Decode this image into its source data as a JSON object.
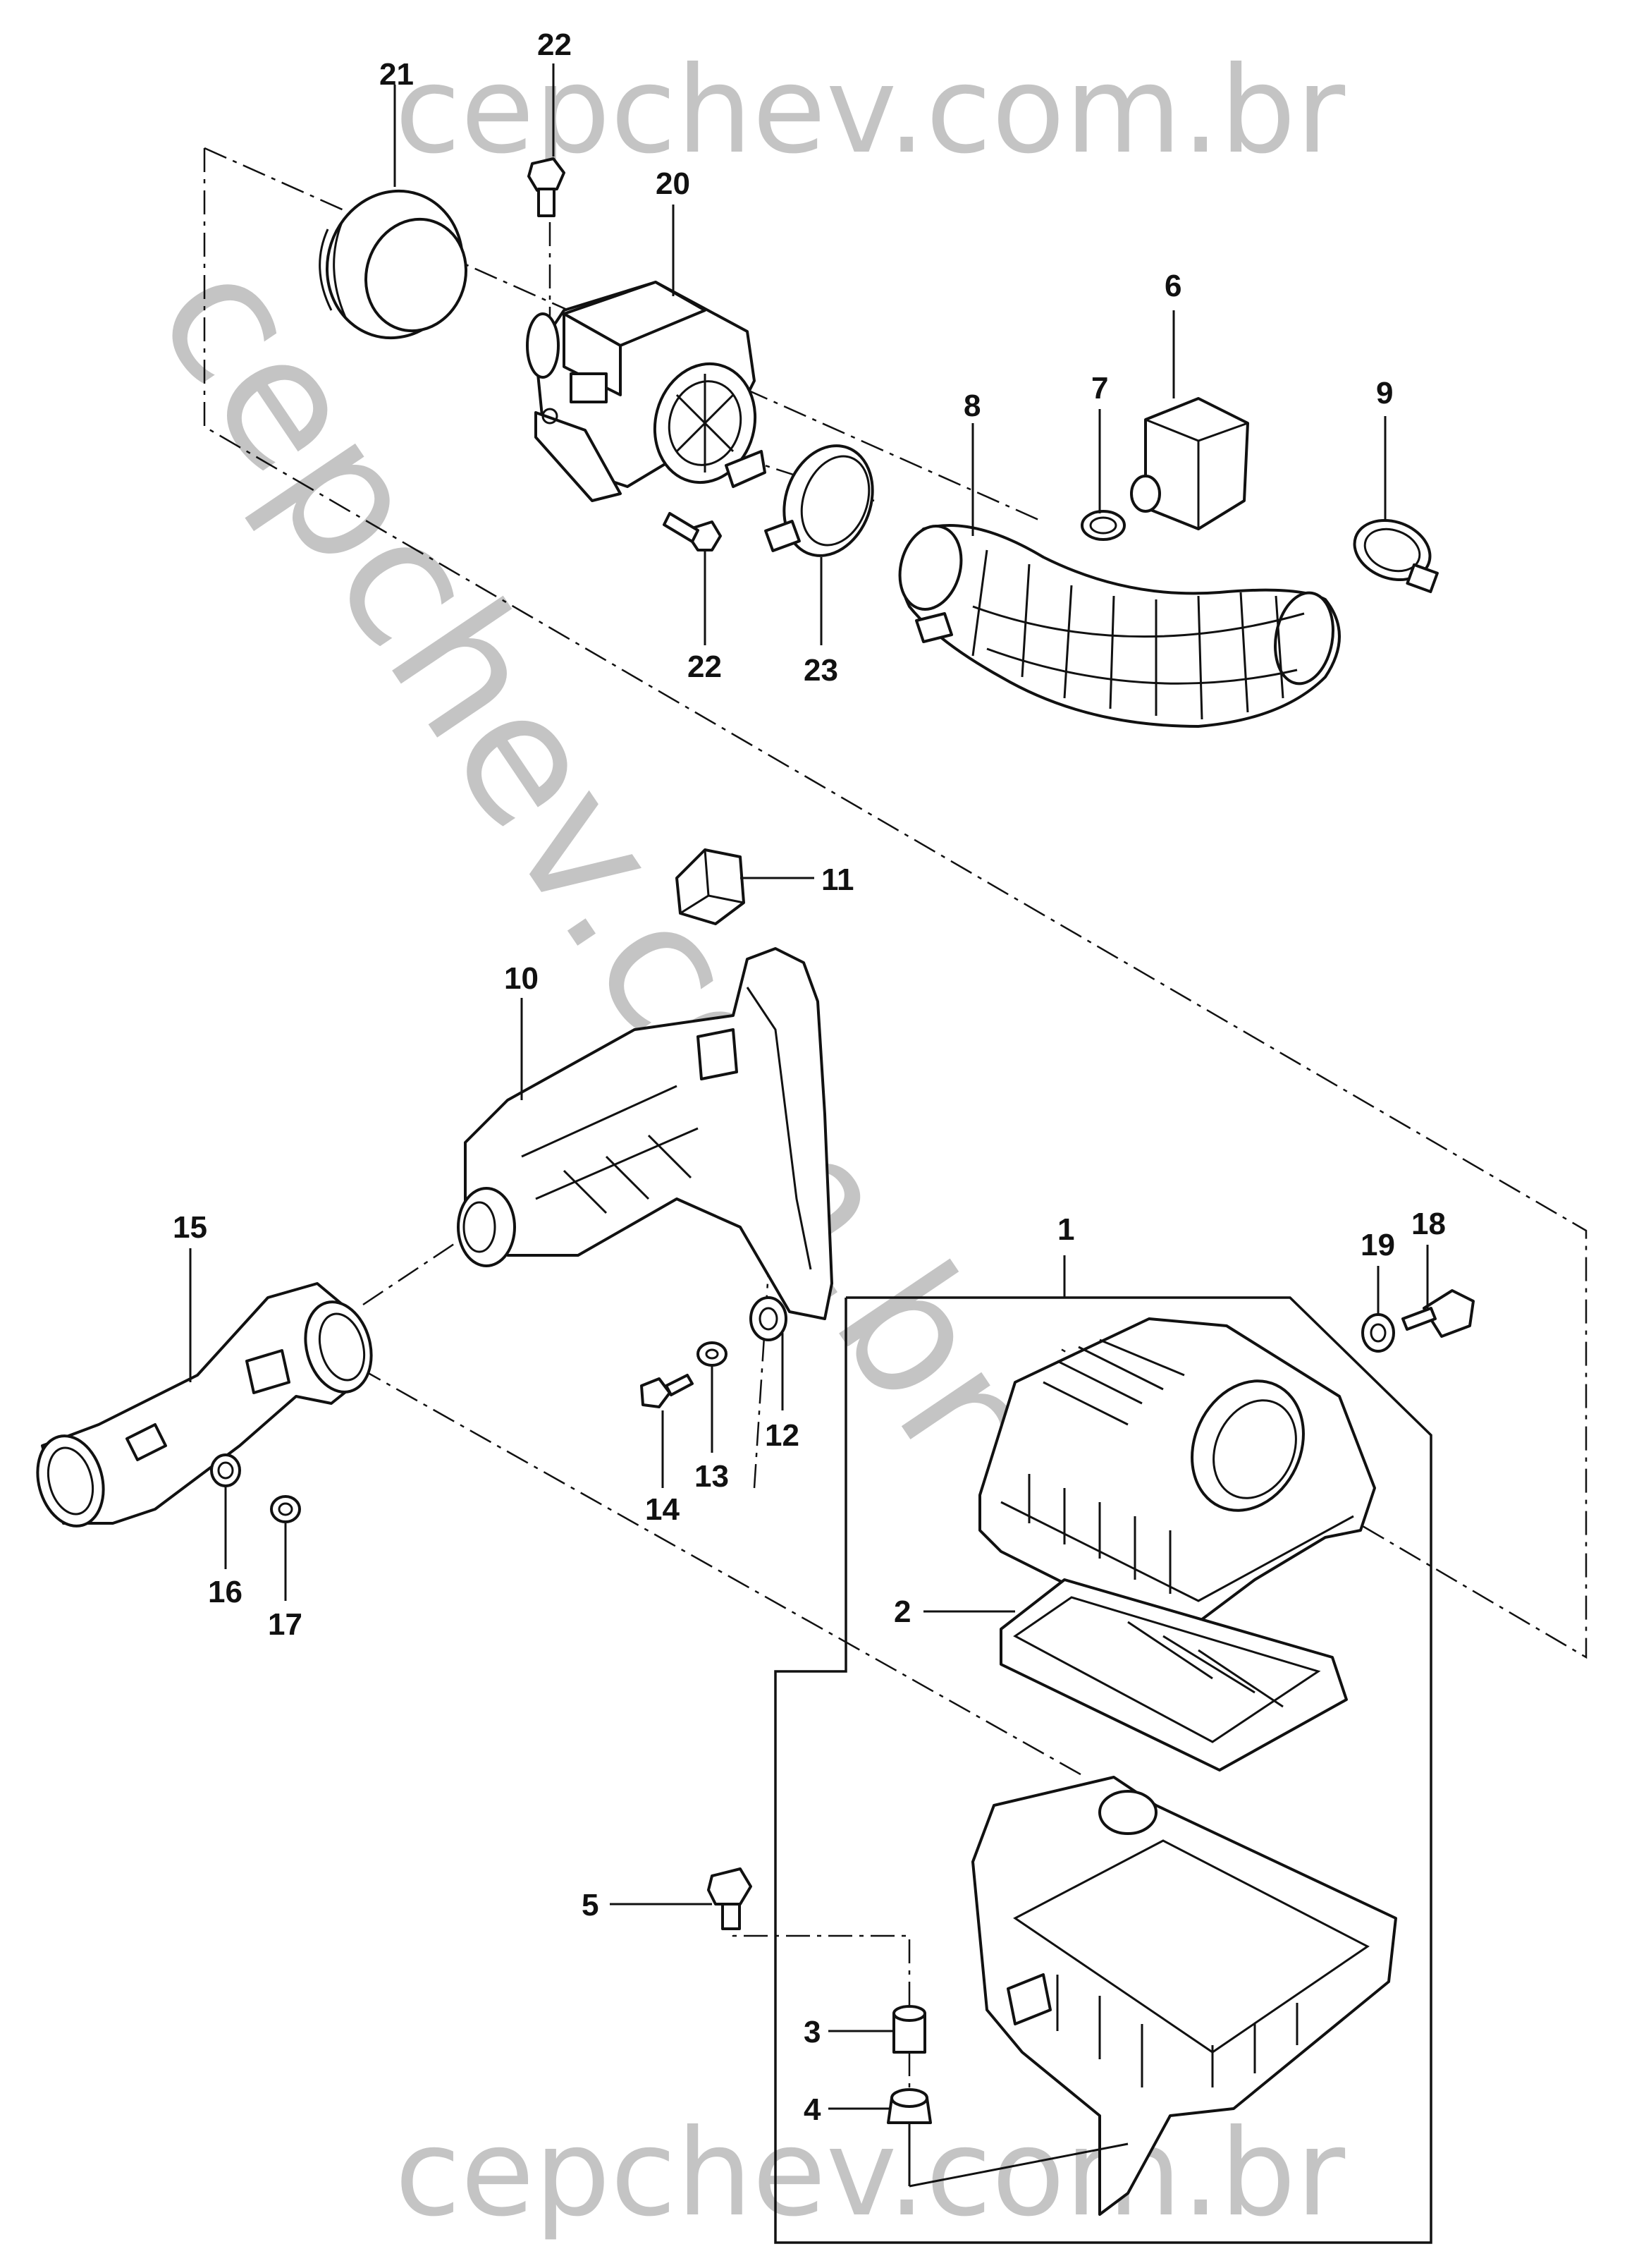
{
  "watermark": {
    "text_top": "cepchev.com.br",
    "text_diagonal": "cepchev.com.br",
    "text_bottom": "cepchev.com.br",
    "color": "#c4c4c4"
  },
  "callouts": {
    "c1": "1",
    "c2": "2",
    "c3": "3",
    "c4": "4",
    "c5": "5",
    "c6": "6",
    "c7": "7",
    "c8": "8",
    "c9": "9",
    "c10": "10",
    "c11": "11",
    "c12": "12",
    "c13": "13",
    "c14": "14",
    "c15": "15",
    "c16": "16",
    "c17": "17",
    "c18": "18",
    "c19": "19",
    "c20": "20",
    "c21": "21",
    "c22a": "22",
    "c22b": "22",
    "c23": "23"
  },
  "colors": {
    "line": "#111111",
    "background": "#ffffff"
  }
}
